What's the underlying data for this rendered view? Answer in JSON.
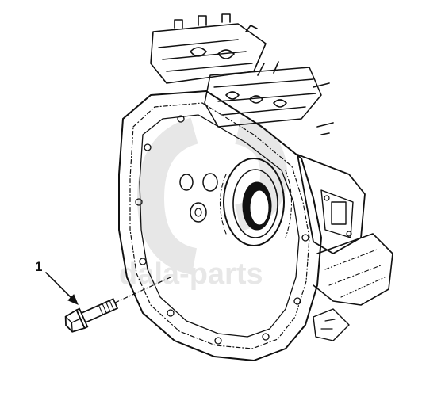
{
  "diagram": {
    "callouts": [
      {
        "number": "1",
        "part": "bolt"
      }
    ],
    "watermark": "dala-parts",
    "colors": {
      "ink": "#111111",
      "background": "#ffffff",
      "watermark": "#d4d4d4"
    }
  }
}
